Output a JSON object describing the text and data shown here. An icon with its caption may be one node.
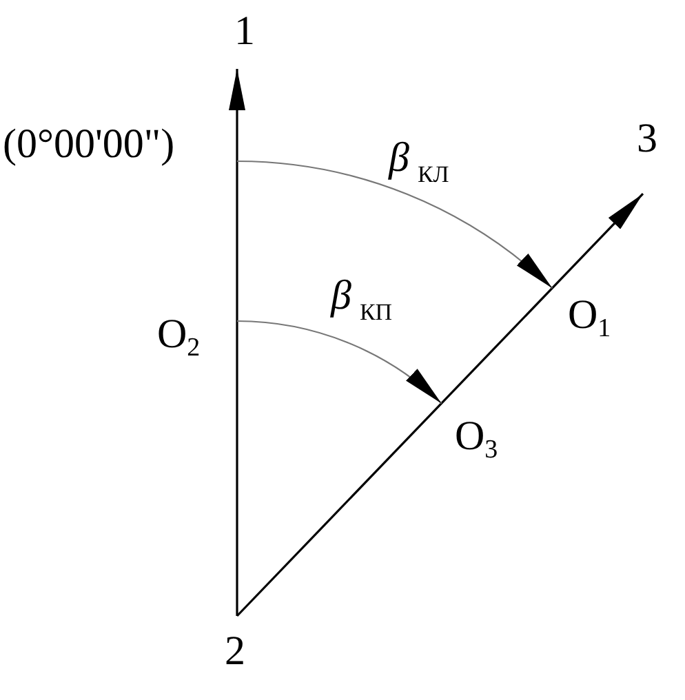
{
  "diagram": {
    "nodes": [
      {
        "text": [
          "1"
        ]
      },
      {
        "text": [
          "(0°00'00\")"
        ]
      },
      {
        "text": [
          "O$_{2}$"
        ]
      },
      {
        "text": [
          "3"
        ]
      },
      {
        "text": [
          "O$_{1}$"
        ]
      },
      {
        "text": [
          "O$_{3}$"
        ]
      },
      {
        "text": [
          "2"
        ]
      }
    ],
    "edges": [
      {
        "from": 6,
        "to": 0,
        "arrow": "to"
      },
      {
        "from": 6,
        "to": 3,
        "arrow": "to"
      },
      {
        "from": 1,
        "to": 4,
        "arrow": "to",
        "label": "β$_{КЛ}$",
        "color": "#777777"
      },
      {
        "from": 2,
        "to": 5,
        "arrow": "to",
        "label": "β$_{КП}$",
        "color": "#777777"
      }
    ]
  }
}
